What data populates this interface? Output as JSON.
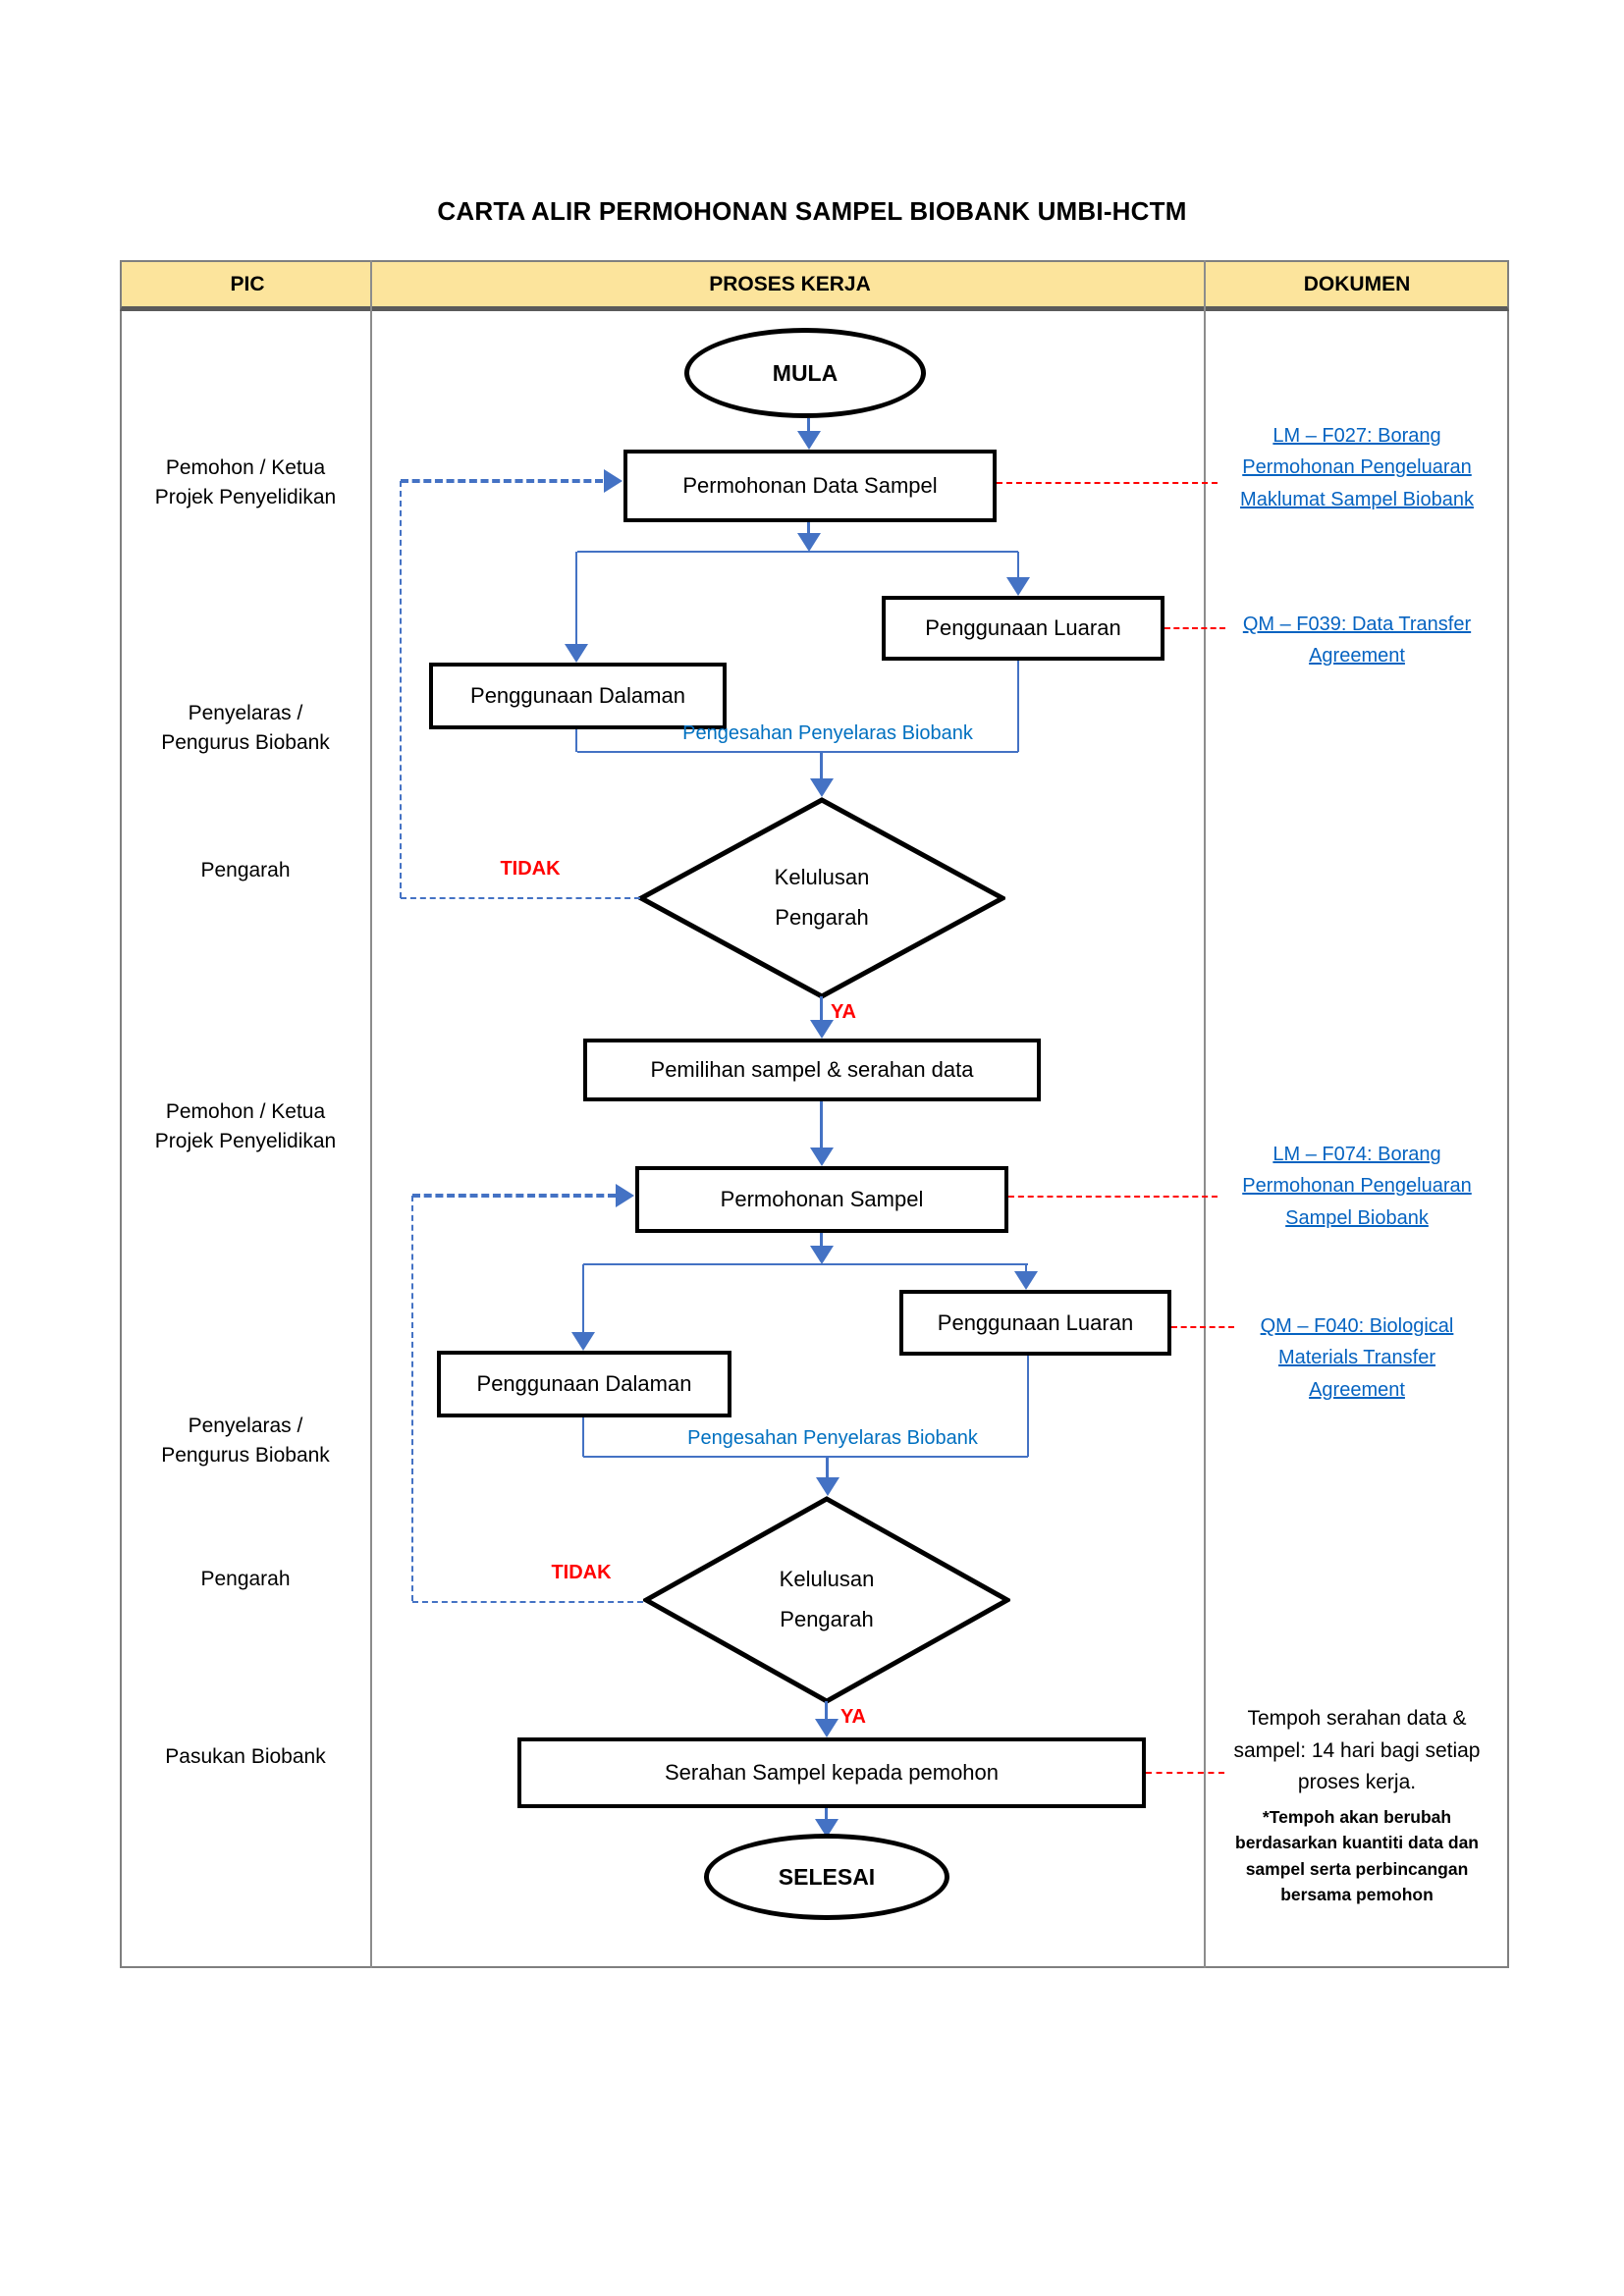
{
  "title": "CARTA ALIR PERMOHONAN SAMPEL BIOBANK UMBI-HCTM",
  "table": {
    "headers": [
      "PIC",
      "PROSES KERJA",
      "DOKUMEN"
    ]
  },
  "pic": [
    "Pemohon / Ketua\nProjek Penyelidikan",
    "Penyelaras /\nPengurus Biobank",
    "Pengarah",
    "Pemohon / Ketua\nProjek Penyelidikan",
    "Penyelaras /\nPengurus Biobank",
    "Pengarah",
    "Pasukan Biobank"
  ],
  "flow": {
    "start": "MULA",
    "box_data_request": "Permohonan Data Sampel",
    "box_luaran1": "Penggunaan Luaran",
    "box_dalaman1": "Penggunaan Dalaman",
    "pengesahan1": "Pengesahan Penyelaras Biobank",
    "decision1": "Kelulusan\nPengarah",
    "tidak1": "TIDAK",
    "ya1": "YA",
    "box_pemilihan": "Pemilihan sampel & serahan data",
    "box_sample_request": "Permohonan Sampel",
    "box_luaran2": "Penggunaan Luaran",
    "box_dalaman2": "Penggunaan Dalaman",
    "pengesahan2": "Pengesahan Penyelaras Biobank",
    "decision2": "Kelulusan\nPengarah",
    "tidak2": "TIDAK",
    "ya2": "YA",
    "box_serahan": "Serahan Sampel kepada pemohon",
    "end": "SELESAI"
  },
  "documents": {
    "doc1": "LM – F027: Borang\nPermohonan Pengeluaran\nMaklumat Sampel Biobank",
    "doc2": "QM – F039: Data Transfer\nAgreement",
    "doc3": "LM – F074: Borang\nPermohonan Pengeluaran\nSampel Biobank",
    "doc4": "QM – F040: Biological\nMaterials Transfer\nAgreement",
    "note_main": "Tempoh serahan data &\nsampel: 14 hari bagi setiap\nproses kerja.",
    "note_sub": "*Tempoh akan berubah\nberdasarkan kuantiti data dan\nsampel serta perbincangan\nbersama pemohon"
  },
  "colors": {
    "header_yellow": "#fce49c",
    "flow_blue": "#4472c4",
    "link_blue": "#0563c1",
    "label_blue": "#0070c0",
    "alert_red": "#ff0000",
    "grid_gray": "#7f7f7f"
  }
}
